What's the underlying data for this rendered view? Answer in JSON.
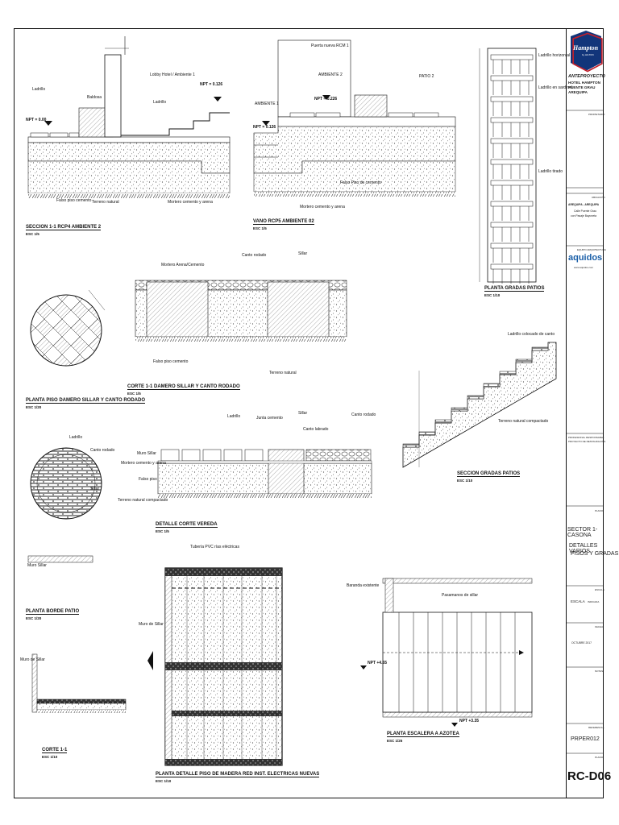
{
  "titleblock": {
    "logo_text": "Hampton",
    "logo_sub": "by HILTON",
    "project_head": "ANTEPROYECTO",
    "project_name_1": "HOTEL HAMPTON",
    "project_name_2": "PUENTE GRAU",
    "project_city": "AREQUIPA",
    "propietario": "PROPIETARIO",
    "ubicacion": "UBICACIÓN",
    "location": "AREQUIPA - AREQUIPA",
    "address_1": "Calle Puente Grau",
    "address_2": "con Pasaje Bayoneta",
    "equipo": "EQUIPO ARQUITECTURA",
    "firm": "aquidos",
    "firm_web": "www.aquidos.com",
    "responsable": "PROFESIONAL RESPONSABLE",
    "responsable_2": "PROYECTO DE RESTAURACIÓN",
    "plano_label": "PLANO",
    "sector": "SECTOR 1-CASONA",
    "plano_title_1": "DETALLES VARIOS",
    "plano_title_2": "PISOS Y GRADAS",
    "escala_label": "ESCALA",
    "escala_value": "INDICADA",
    "escala": "ESCALA",
    "fecha_label": "FECHA",
    "fecha_value": "OCTUBRE 2017",
    "notas_label": "NOTAS",
    "referencia_label": "REFERENCIA",
    "referencia_value": "PRPER012",
    "plano_no_label": "PLANO",
    "sheet_code": "RC-D06"
  },
  "drawings": {
    "sec11": {
      "title": "SECCION 1-1  RCP4 AMBIENTE 2",
      "scale": "ESC 1/5",
      "npt": "NPT = 0.00",
      "npt2": "NPT = 0.126",
      "l1": "Ladrillo",
      "l2": "Falso piso cemento",
      "l3": "Terreno natural",
      "l4": "Ladrillo",
      "l5": "Mortero cemento y arena",
      "l6": "Lobby Hotel / Ambiente 1",
      "l7": "Baldosa"
    },
    "vano": {
      "title": "VANO RCP5  AMBIENTE 02",
      "scale": "ESC 1/5",
      "npt": "NPT = 0.226",
      "npt2": "NPT = 0.126",
      "amb2": "AMBIENTE 2",
      "amb1": "AMBIENTE 1",
      "patio": "PATIO 2",
      "l1": "Falso Piso de cemento",
      "l2": "Mortero cemento y arena",
      "l3": "Puerta nueva RCM 1"
    },
    "gradas_planta": {
      "title": "PLANTA GRADAS PATIOS",
      "scale": "ESC 1/10",
      "l1": "Ladrillo horizontal",
      "l2": "Ladrillo en sardinel",
      "l3": "Ladrillo tirado"
    },
    "damero": {
      "title": "PLANTA PISO DAMERO SILLAR Y CANTO RODADO",
      "scale": "ESC 1/20"
    },
    "corte_damero": {
      "title": "CORTE  1-1 DAMERO SILLAR Y CANTO RODADO",
      "scale": "ESC 1/5",
      "l1": "Mortero Arena/Cemento",
      "l2": "Canto rodado",
      "l3": "Sillar",
      "l4": "Falso piso cemento",
      "l5": "Terreno natural"
    },
    "seccion_gradas": {
      "title": "SECCION GRADAS PATIOS",
      "scale": "ESC 1/10",
      "l1": "Ladrillo colocado de canto",
      "l2": "Terreno natural compactado"
    },
    "borde": {
      "title": "PLANTA BORDE PATIO",
      "scale": "ESC 1/20",
      "l1": "Ladrillo",
      "l2": "Canto rodado",
      "l3": "Sillar",
      "l4": "Muro Sillar"
    },
    "vereda": {
      "title": "DETALLE CORTE VEREDA",
      "scale": "ESC 1/5",
      "l1": "Muro Sillar",
      "l2": "Mortero cemento y arena",
      "l3": "Falso piso",
      "l4": "Terreno natural compactado",
      "l5": "Ladrillo",
      "l6": "Junta cemento",
      "l7": "Sillar",
      "l8": "Canto rodado",
      "l9": "Canto labrado"
    },
    "corte11": {
      "title": "CORTE 1-1",
      "scale": "ESC 1/10",
      "l1": "Muro de Sillar"
    },
    "madera": {
      "title": "PLANTA DETALLE PISO DE MADERA RED INST. ELECTRICAS NUEVAS",
      "scale": "ESC 1/10",
      "l1": "Muro de Sillar",
      "l2": "Tubería PVC rías eléctricas"
    },
    "escalera": {
      "title": "PLANTA ESCALERA A AZOTEA",
      "scale": "ESC 1/25",
      "npt1": "NPT +4.65",
      "npt2": "NPT +3.35",
      "l1": "Baranda existente",
      "l2": "Pasamanos de sillar"
    }
  }
}
